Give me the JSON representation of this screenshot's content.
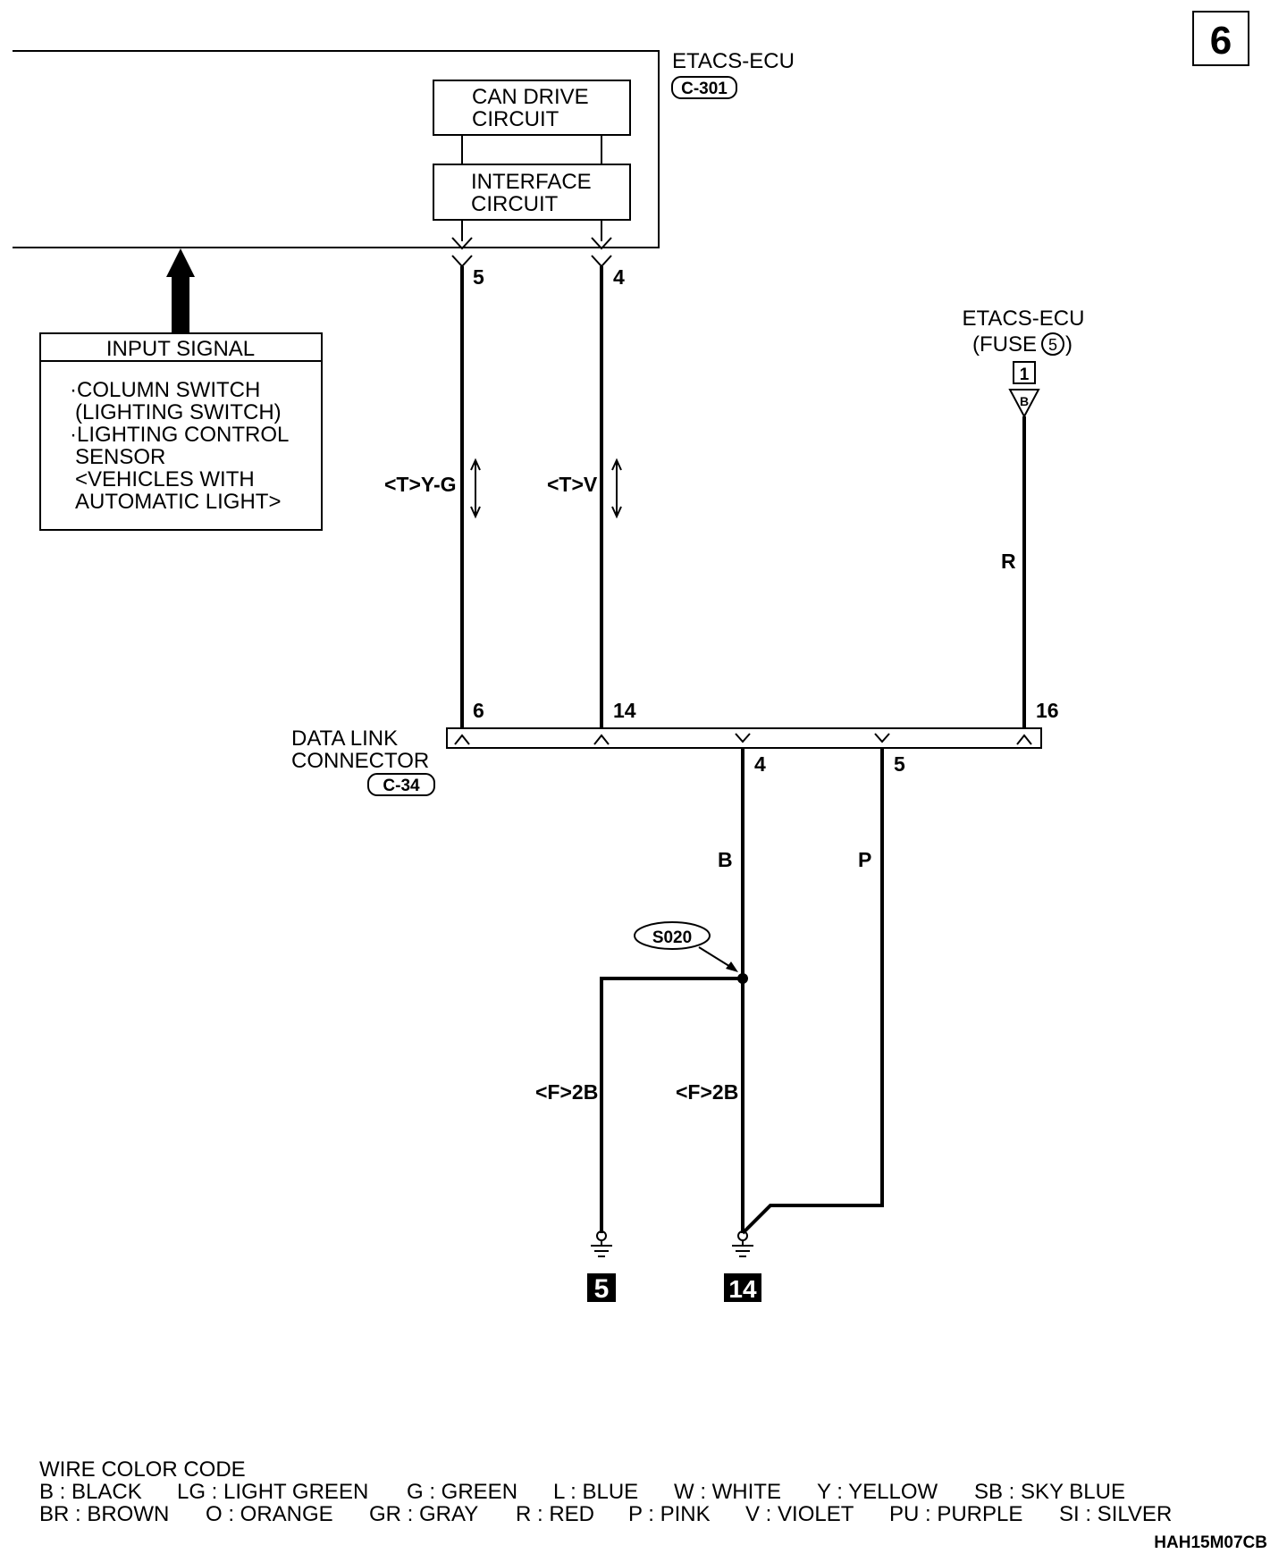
{
  "page_number": "6",
  "etacs_ecu": {
    "title": "ETACS-ECU",
    "connector": "C-301",
    "can_drive_circuit": [
      "CAN DRIVE",
      "CIRCUIT"
    ],
    "interface_circuit": [
      "INTERFACE",
      "CIRCUIT"
    ],
    "pin_left": "5",
    "pin_right": "4"
  },
  "input_signal": {
    "title": "INPUT SIGNAL",
    "lines": [
      "·COLUMN SWITCH",
      "(LIGHTING SWITCH)",
      "·LIGHTING CONTROL",
      "SENSOR",
      "<VEHICLES WITH",
      "AUTOMATIC LIGHT>"
    ]
  },
  "fuse_source": {
    "title": "ETACS-ECU",
    "fuse_prefix": "(FUSE",
    "fuse_number": "5",
    "fuse_suffix": ")",
    "terminal": "1",
    "connector_letter": "B"
  },
  "wires": {
    "left": "<T>Y-G",
    "mid": "<T>V",
    "right": "R",
    "ground_b": "B",
    "ground_p": "P",
    "ground_left": "<F>2B",
    "ground_mid": "<F>2B"
  },
  "data_link_connector": {
    "lines": [
      "DATA LINK",
      "CONNECTOR"
    ],
    "connector": "C-34",
    "pins": {
      "p6": "6",
      "p14": "14",
      "p16": "16",
      "p4": "4",
      "p5": "5"
    }
  },
  "splice": "S020",
  "grounds": {
    "left": "5",
    "right": "14"
  },
  "wire_color_code": {
    "title": "WIRE COLOR CODE",
    "row1": [
      "B : BLACK",
      "LG : LIGHT GREEN",
      "G : GREEN",
      "L : BLUE",
      "W : WHITE",
      "Y : YELLOW",
      "SB : SKY BLUE"
    ],
    "row2": [
      "BR : BROWN",
      "O : ORANGE",
      "GR : GRAY",
      "R : RED",
      "P : PINK",
      "V : VIOLET",
      "PU : PURPLE",
      "SI : SILVER"
    ]
  },
  "drawing_code": "HAH15M07CB"
}
